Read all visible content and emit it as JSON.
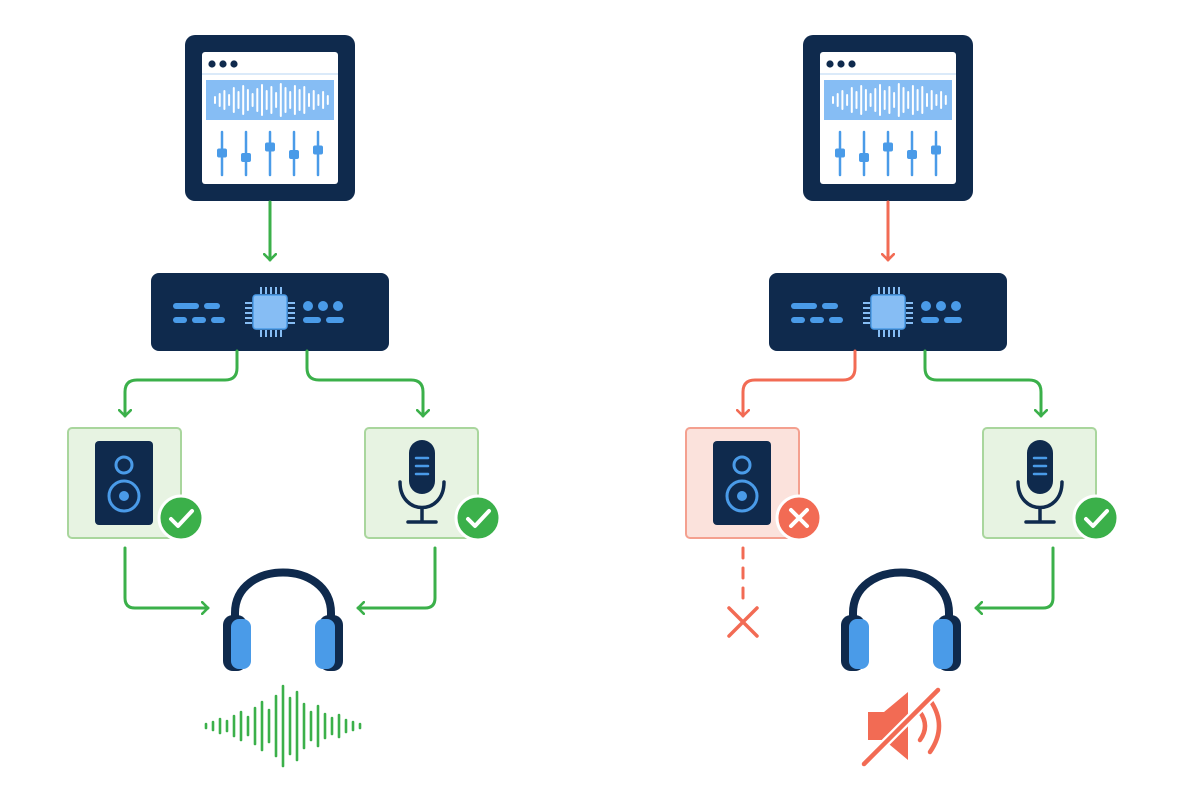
{
  "colors": {
    "navy": "#0f2a4d",
    "blue": "#4a9be8",
    "light_blue": "#86bdf4",
    "green": "#3bb04a",
    "green_fill": "#e7f3e2",
    "green_border": "#a9d69d",
    "red": "#f26b54",
    "red_fill": "#fbe2dc",
    "red_border": "#f4a08f",
    "white": "#ffffff"
  },
  "panels": [
    {
      "id": "working",
      "status": "ok",
      "software_icon": "daw-app-window-icon",
      "interface_icon": "audio-interface-icon",
      "speaker": {
        "icon": "speaker-icon",
        "status": "ok",
        "badge": "check-badge-icon"
      },
      "microphone": {
        "icon": "microphone-icon",
        "status": "ok",
        "badge": "check-badge-icon"
      },
      "headphones_icon": "headphones-icon",
      "result_icon": "sound-waveform-icon"
    },
    {
      "id": "failing",
      "status": "error",
      "software_icon": "daw-app-window-icon",
      "interface_icon": "audio-interface-icon",
      "speaker": {
        "icon": "speaker-icon",
        "status": "error",
        "badge": "cross-badge-icon"
      },
      "microphone": {
        "icon": "microphone-icon",
        "status": "ok",
        "badge": "check-badge-icon"
      },
      "headphones_icon": "headphones-icon",
      "result_icon": "muted-speaker-icon"
    }
  ]
}
